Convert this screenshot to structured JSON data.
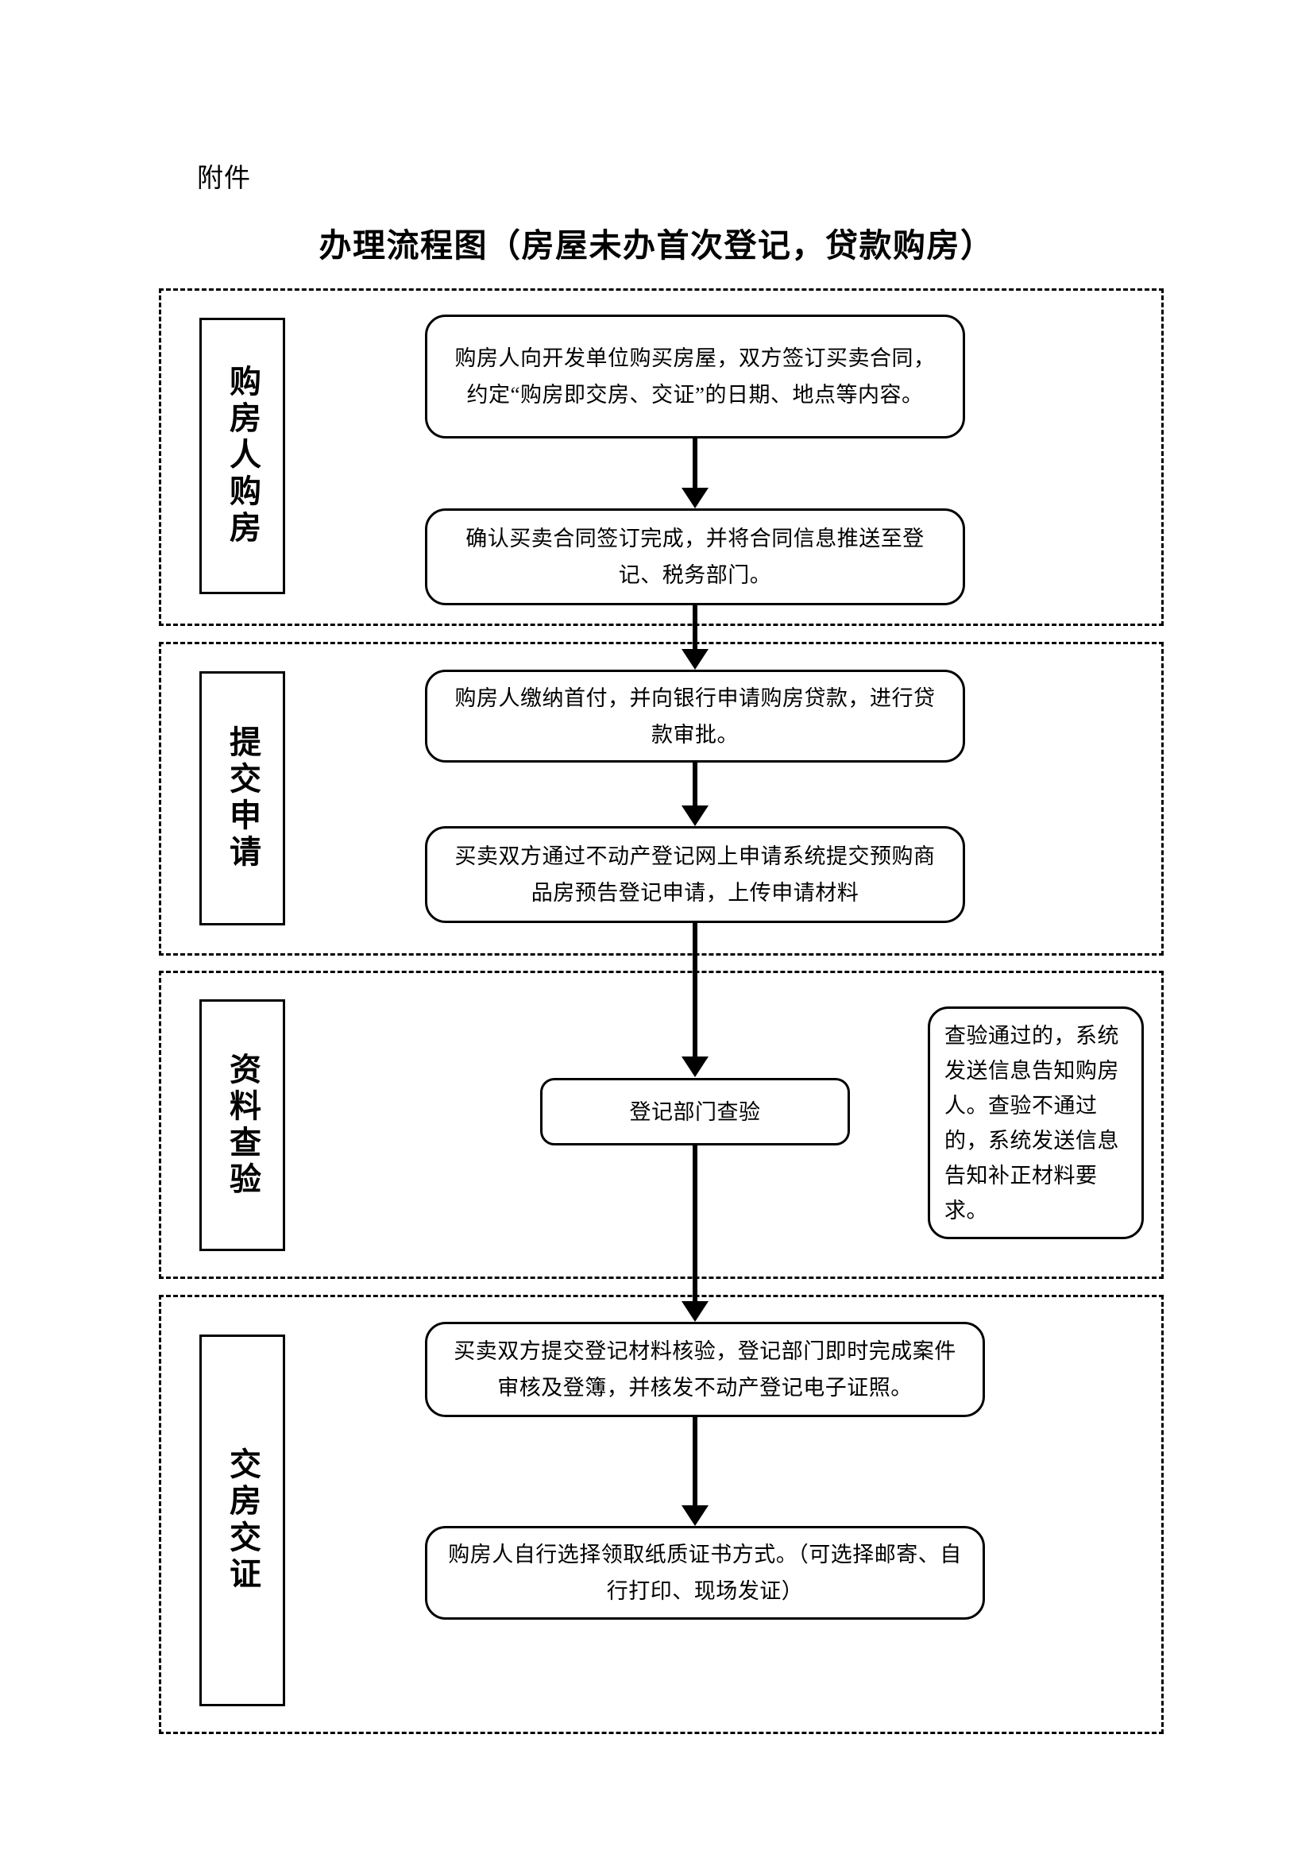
{
  "document": {
    "attachment_label": "附件",
    "title": "办理流程图（房屋未办首次登记，贷款购房）"
  },
  "stages": [
    {
      "id": "stage-1",
      "label": "购房人购房"
    },
    {
      "id": "stage-2",
      "label": "提交申请"
    },
    {
      "id": "stage-3",
      "label": "资料查验"
    },
    {
      "id": "stage-4",
      "label": "交房交证"
    }
  ],
  "nodes": [
    {
      "id": "node-1",
      "stage": "购房人购房",
      "text": "购房人向开发单位购买房屋，双方签订买卖合同，约定“购房即交房、交证”的日期、地点等内容。"
    },
    {
      "id": "node-2",
      "stage": "购房人购房",
      "text": "确认买卖合同签订完成，并将合同信息推送至登记、税务部门。"
    },
    {
      "id": "node-3",
      "stage": "提交申请",
      "text": "购房人缴纳首付，并向银行申请购房贷款，进行贷款审批。"
    },
    {
      "id": "node-4",
      "stage": "提交申请",
      "text": "买卖双方通过不动产登记网上申请系统提交预购商品房预告登记申请，上传申请材料"
    },
    {
      "id": "node-5",
      "stage": "资料查验",
      "text": "登记部门查验"
    },
    {
      "id": "node-6",
      "stage": "交房交证",
      "text": "买卖双方提交登记材料核验，登记部门即时完成案件审核及登簿，并核发不动产登记电子证照。"
    },
    {
      "id": "node-7",
      "stage": "交房交证",
      "text": "购房人自行选择领取纸质证书方式。（可选择邮寄、自行打印、现场发证）"
    }
  ],
  "side_note": {
    "stage": "资料查验",
    "text": "查验通过的，系统发送信息告知购房人。查验不通过的，系统发送信息告知补正材料要求。"
  },
  "connectors": [
    {
      "id": "conn-1",
      "from": "node-1",
      "to": "node-2",
      "direction": "down"
    },
    {
      "id": "conn-2",
      "from": "node-2",
      "to": "node-3",
      "direction": "down"
    },
    {
      "id": "conn-3",
      "from": "node-3",
      "to": "node-4",
      "direction": "down"
    },
    {
      "id": "conn-4",
      "from": "node-4",
      "to": "node-5",
      "direction": "down"
    },
    {
      "id": "conn-5",
      "from": "node-5",
      "to": "node-6",
      "direction": "down"
    },
    {
      "id": "conn-6",
      "from": "node-6",
      "to": "node-7",
      "direction": "down"
    }
  ],
  "colors": {
    "ink": "#000000",
    "paper": "#ffffff"
  }
}
